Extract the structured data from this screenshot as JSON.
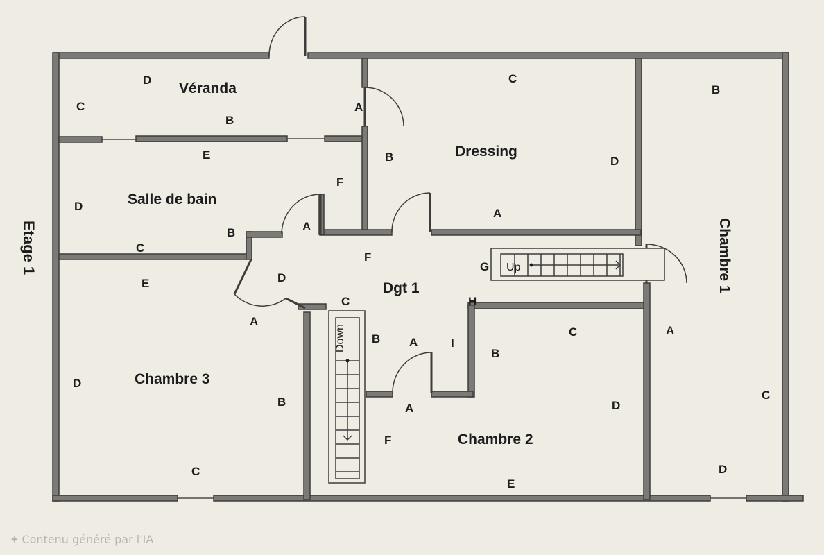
{
  "plan": {
    "level_label": "Etage 1",
    "rooms": {
      "veranda": "Véranda",
      "dressing": "Dressing",
      "chambre1": "Chambre 1",
      "salle_de_bain": "Salle de bain",
      "dgt1": "Dgt 1",
      "chambre3": "Chambre 3",
      "chambre2": "Chambre 2"
    },
    "stairs": {
      "up": "Up",
      "down": "Down"
    },
    "wall_labels": {
      "veranda": [
        "D",
        "C",
        "B",
        "A"
      ],
      "dressing": [
        "C",
        "B",
        "D",
        "A"
      ],
      "chambre1": [
        "B",
        "A",
        "C",
        "D"
      ],
      "salle_de_bain": [
        "E",
        "F",
        "D",
        "A",
        "B",
        "C"
      ],
      "dgt1": [
        "F",
        "G",
        "D",
        "C",
        "H",
        "B",
        "A",
        "I"
      ],
      "chambre3": [
        "E",
        "A",
        "D",
        "B",
        "C"
      ],
      "chambre2": [
        "C",
        "B",
        "D",
        "A",
        "F",
        "E"
      ]
    }
  },
  "footer": {
    "icon": "sparkle-icon",
    "text": "Contenu généré par l'IA"
  }
}
